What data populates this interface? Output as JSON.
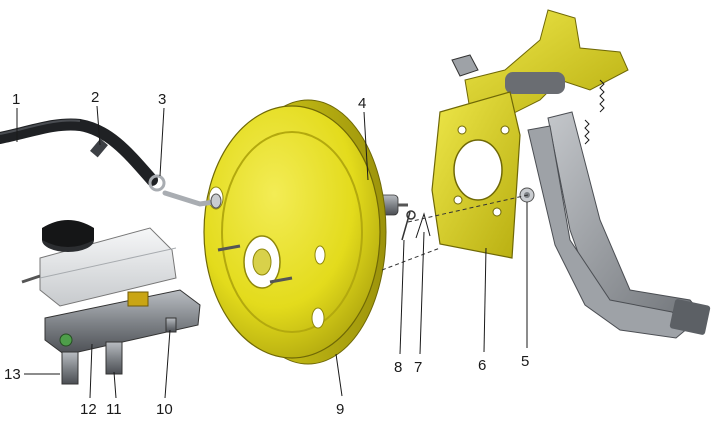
{
  "diagram": {
    "callouts": [
      {
        "id": "c1",
        "label": "1"
      },
      {
        "id": "c2",
        "label": "2"
      },
      {
        "id": "c3",
        "label": "3"
      },
      {
        "id": "c4",
        "label": "4"
      },
      {
        "id": "c5",
        "label": "5"
      },
      {
        "id": "c6",
        "label": "6"
      },
      {
        "id": "c7",
        "label": "7"
      },
      {
        "id": "c8",
        "label": "8"
      },
      {
        "id": "c9",
        "label": "9"
      },
      {
        "id": "c10",
        "label": "10"
      },
      {
        "id": "c11",
        "label": "11"
      },
      {
        "id": "c12",
        "label": "12"
      },
      {
        "id": "c13",
        "label": "13"
      }
    ],
    "colors": {
      "booster_yellow": "#e3db1c",
      "booster_shadow": "#b3a90e",
      "metal_grey": "#8a8e93",
      "metal_dark": "#3d4045",
      "hose_black": "#1f2124",
      "reservoir_white": "#e9ebec",
      "cap_black": "#151617"
    }
  }
}
